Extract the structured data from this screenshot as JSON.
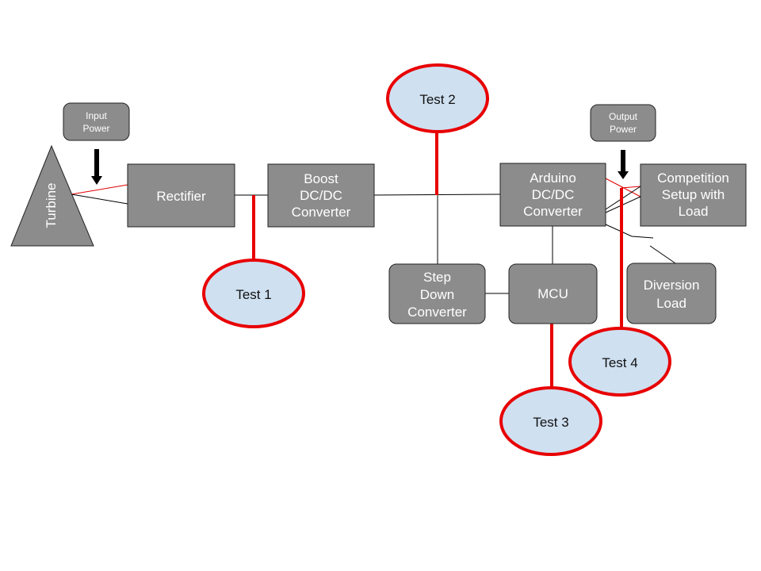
{
  "blocks": {
    "turbine": "Turbine",
    "rectifier": "Rectifier",
    "boost": [
      "Boost",
      "DC/DC",
      "Converter"
    ],
    "arduino": [
      "Arduino",
      "DC/DC",
      "Converter"
    ],
    "competition": [
      "Competition",
      "Setup with",
      "Load"
    ],
    "step_down": [
      "Step",
      "Down",
      "Converter"
    ],
    "mcu": "MCU",
    "diversion": [
      "Diversion",
      "Load"
    ]
  },
  "indicators": {
    "input_power": [
      "Input",
      "Power"
    ],
    "output_power": [
      "Output",
      "Power"
    ]
  },
  "tests": {
    "test1": "Test 1",
    "test2": "Test 2",
    "test3": "Test 3",
    "test4": "Test 4"
  },
  "colors": {
    "block_fill": "#8c8c8c",
    "test_fill": "#cfe0f1",
    "probe_red": "#e80000"
  }
}
